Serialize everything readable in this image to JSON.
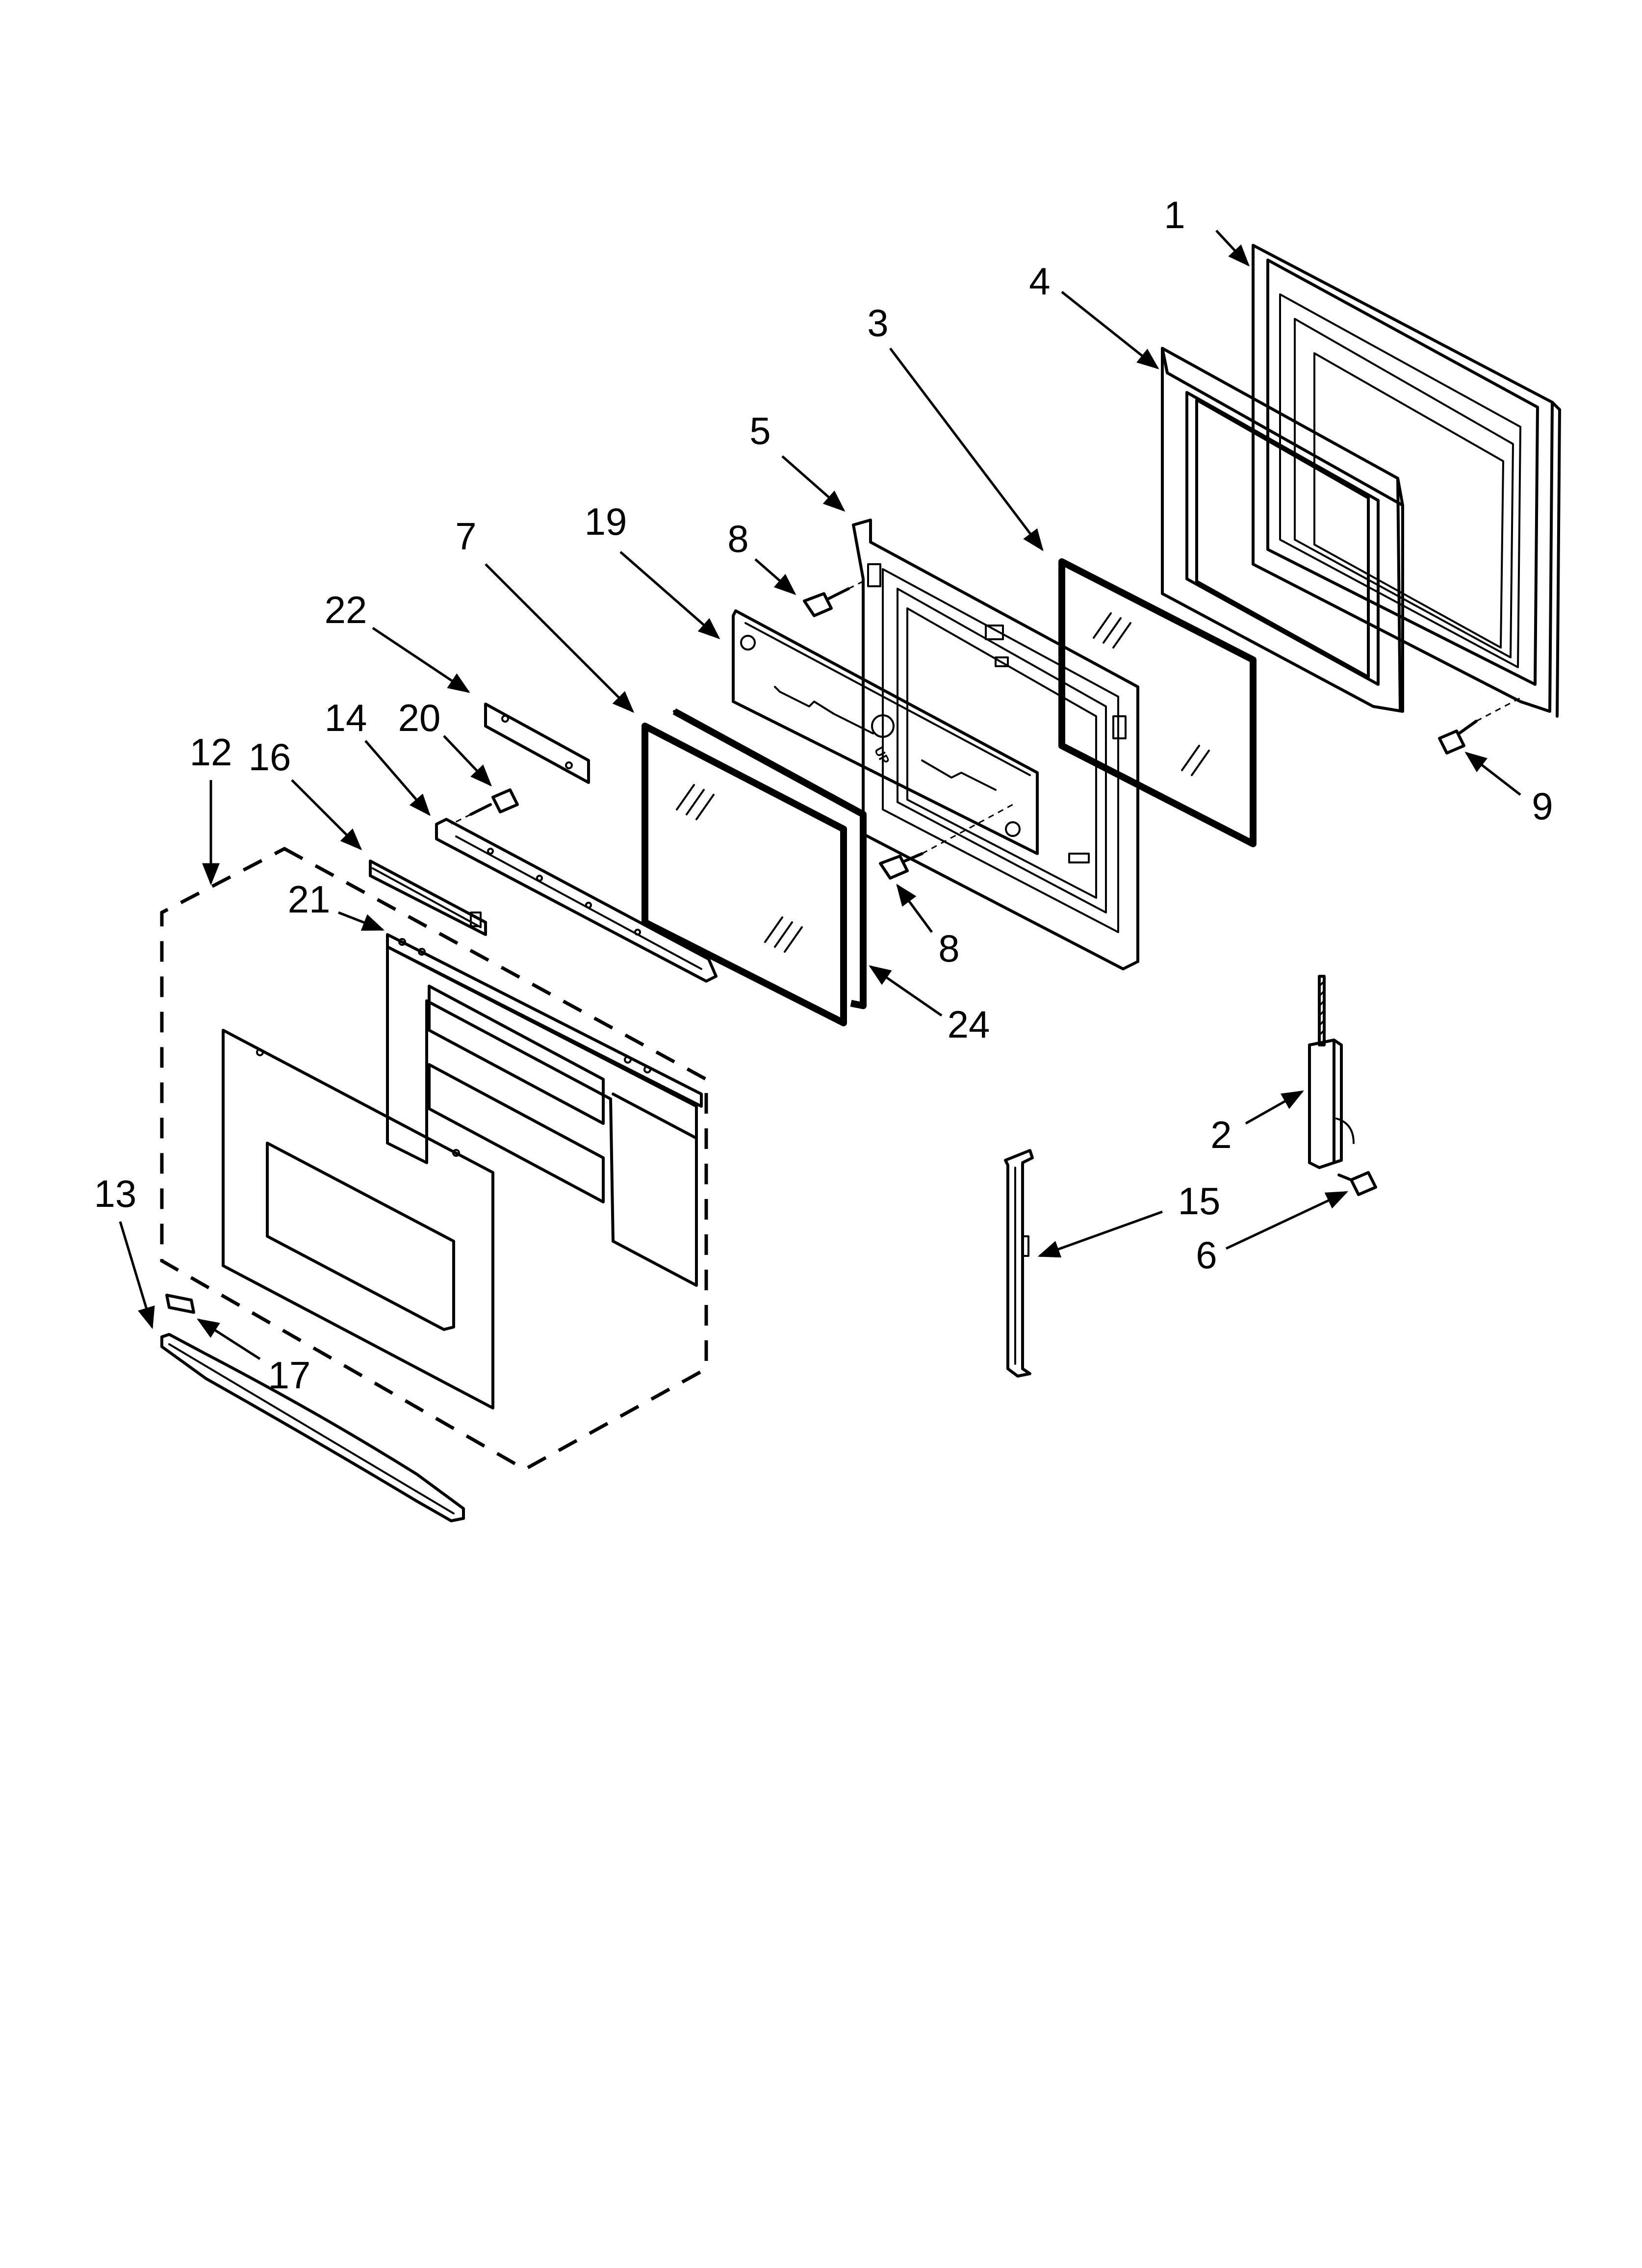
{
  "callouts": [
    {
      "id": "1",
      "label": "1"
    },
    {
      "id": "2",
      "label": "2"
    },
    {
      "id": "3",
      "label": "3"
    },
    {
      "id": "4",
      "label": "4"
    },
    {
      "id": "5",
      "label": "5"
    },
    {
      "id": "6",
      "label": "6"
    },
    {
      "id": "7",
      "label": "7"
    },
    {
      "id": "8a",
      "label": "8"
    },
    {
      "id": "8b",
      "label": "8"
    },
    {
      "id": "9",
      "label": "9"
    },
    {
      "id": "12",
      "label": "12"
    },
    {
      "id": "13",
      "label": "13"
    },
    {
      "id": "14",
      "label": "14"
    },
    {
      "id": "15",
      "label": "15"
    },
    {
      "id": "16",
      "label": "16"
    },
    {
      "id": "17",
      "label": "17"
    },
    {
      "id": "19",
      "label": "19"
    },
    {
      "id": "20",
      "label": "20"
    },
    {
      "id": "21",
      "label": "21"
    },
    {
      "id": "22",
      "label": "22"
    },
    {
      "id": "24",
      "label": "24"
    }
  ],
  "panel_marking": "UP"
}
